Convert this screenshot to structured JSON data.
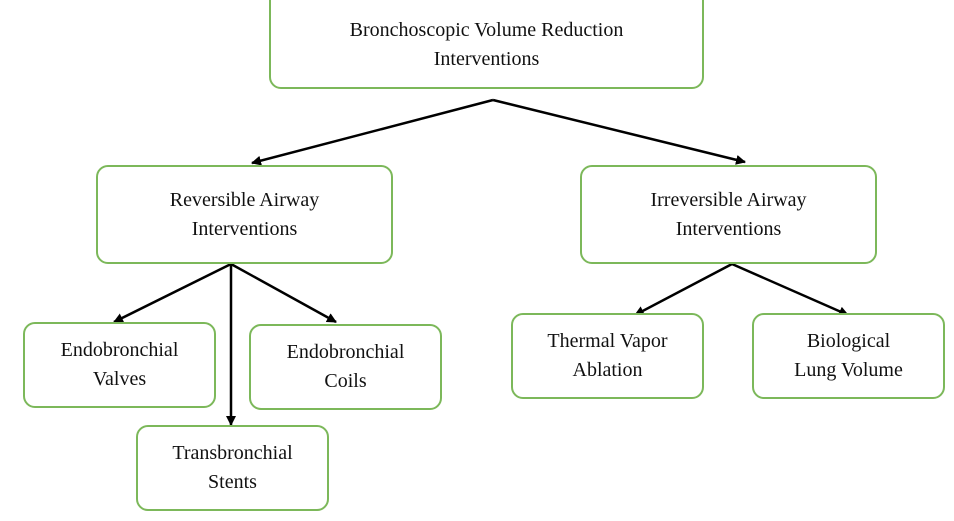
{
  "colors": {
    "border": "#7cb85a",
    "arrow": "#000000",
    "text": "#111111"
  },
  "nodes": {
    "root": {
      "line1": "Bronchoscopic Volume Reduction",
      "line2": "Interventions"
    },
    "reversible": {
      "line1": "Reversible Airway",
      "line2": "Interventions"
    },
    "irreversible": {
      "line1": "Irreversible Airway",
      "line2": "Interventions"
    },
    "valves": {
      "line1": "Endobronchial",
      "line2": "Valves"
    },
    "coils": {
      "line1": "Endobronchial",
      "line2": "Coils"
    },
    "stents": {
      "line1": "Transbronchial",
      "line2": "Stents"
    },
    "thermal": {
      "line1": "Thermal Vapor",
      "line2": "Ablation"
    },
    "biological": {
      "line1": "Biological",
      "line2": "Lung Volume"
    }
  },
  "edges": [
    {
      "from": "root",
      "to": "reversible"
    },
    {
      "from": "root",
      "to": "irreversible"
    },
    {
      "from": "reversible",
      "to": "valves"
    },
    {
      "from": "reversible",
      "to": "stents"
    },
    {
      "from": "reversible",
      "to": "coils"
    },
    {
      "from": "irreversible",
      "to": "thermal"
    },
    {
      "from": "irreversible",
      "to": "biological"
    }
  ]
}
